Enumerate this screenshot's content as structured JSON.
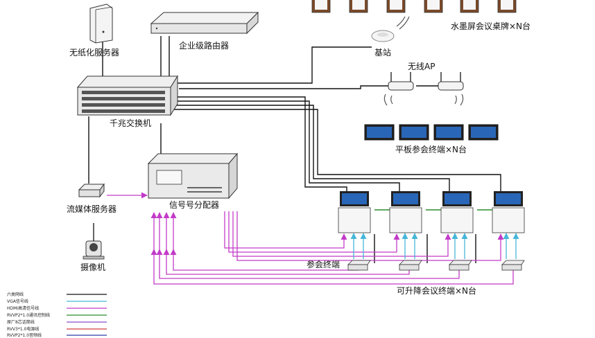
{
  "labels": {
    "paperless_server": "无纸化服务器",
    "router": "企业级路由器",
    "switch": "千兆交换机",
    "base_station": "基站",
    "wireless_ap": "无线AP",
    "epaper_nameplate": "水墨屏会议桌牌×N台",
    "tablet_terminal": "平板参会终端×N台",
    "streaming_server": "流媒体服务器",
    "signal_distributor": "信号号分配器",
    "camera": "摄像机",
    "conference_terminal": "参会终端",
    "lift_terminal": "可升降会议终端×N台"
  },
  "legend": [
    {
      "label": "六类网线",
      "color": "#111111"
    },
    {
      "label": "VGA信号线",
      "color": "#46b6d8"
    },
    {
      "label": "HDMI高清信号线",
      "color": "#c23bc8"
    },
    {
      "label": "RVVP2*1.0通讯控制线",
      "color": "#2b8c2b"
    },
    {
      "label": "原厂8芯话筒线",
      "color": "#8a4bc6"
    },
    {
      "label": "RVV3*1.0电源线",
      "color": "#d23a3a"
    },
    {
      "label": "RVVP2*1.0音频线",
      "color": "#2a3aa8"
    }
  ],
  "colors": {
    "network": "#111111",
    "vga": "#46b6d8",
    "hdmi": "#c23bc8",
    "control": "#2b8c2b"
  }
}
